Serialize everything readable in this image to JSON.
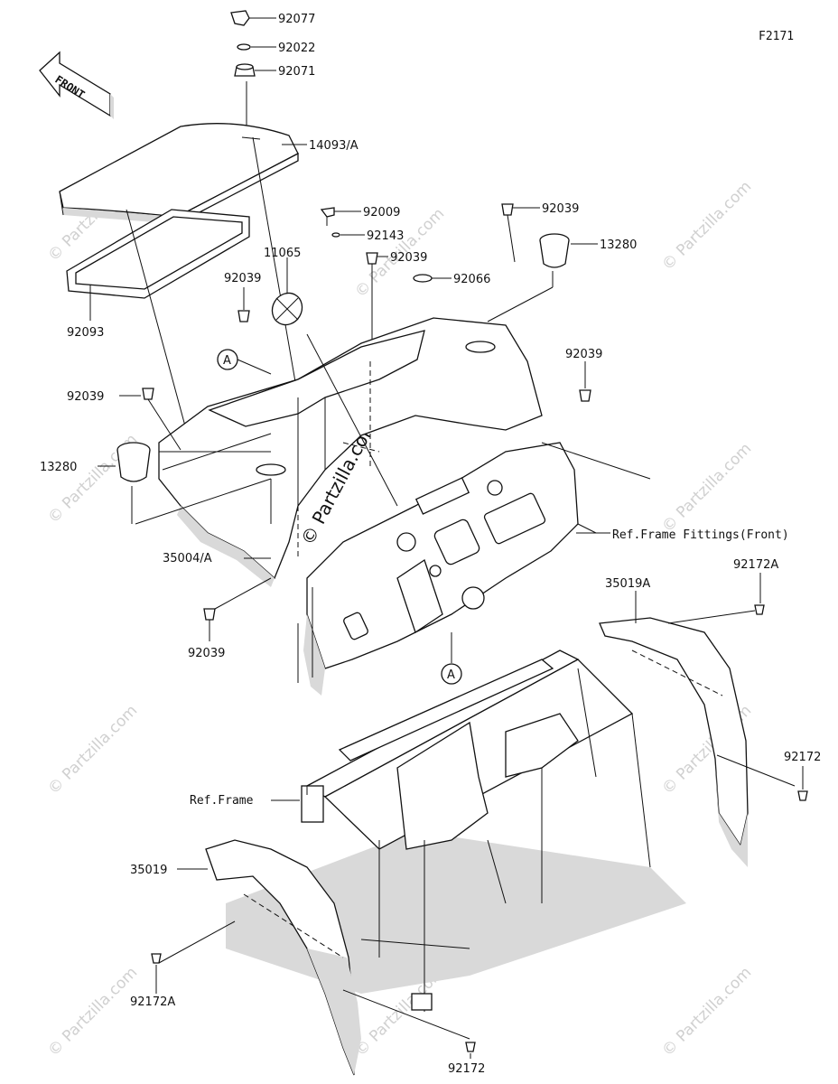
{
  "figure_code": "F2171",
  "front_label": "FRONT",
  "watermark": "© Partzilla.com",
  "callout_a": "A",
  "labels": {
    "p92077": "92077",
    "p92022": "92022",
    "p92071": "92071",
    "p14093a": "14093/A",
    "p92093": "92093",
    "p92009": "92009",
    "p92143": "92143",
    "p92039_top_mid": "92039",
    "p92066": "92066",
    "p11065": "11065",
    "p92039_top_right": "92039",
    "p13280_right": "13280",
    "p92039_left_upper": "92039",
    "p92039_right": "92039",
    "p92039_left": "92039",
    "p13280_left": "13280",
    "p35004a": "35004/A",
    "p92039_bottom_left": "92039",
    "ref_frame_fittings": "Ref.Frame Fittings(Front)",
    "p35019a": "35019A",
    "p92172a_right": "92172A",
    "p92172_right": "92172",
    "ref_frame": "Ref.Frame",
    "p35019": "35019",
    "p92172a_left": "92172A",
    "p92172_bottom": "92172"
  }
}
